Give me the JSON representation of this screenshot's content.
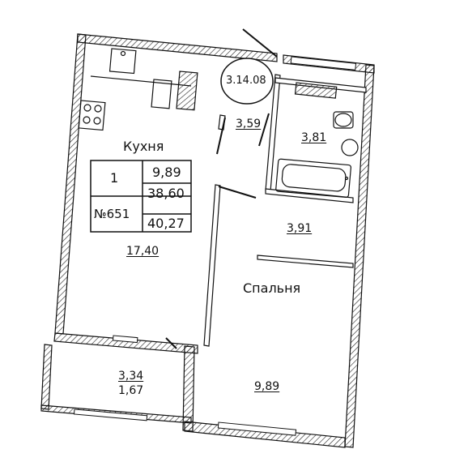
{
  "plan": {
    "code": "3.14.08",
    "rooms": {
      "kitchen": {
        "name": "Кухня",
        "area": "17,40"
      },
      "hall": {
        "area": "3,59"
      },
      "bath": {
        "area": "3,81"
      },
      "corridor": {
        "area": "3,91"
      },
      "bedroom": {
        "name": "Спальня",
        "area": "9,89"
      },
      "balcony": {
        "area_full": "3,34",
        "area_reduced": "1,67"
      }
    },
    "apartment": {
      "rooms_count": "1",
      "number": "№651",
      "living_area": "9,89",
      "total_area": "38,60",
      "total_with_balcony": "40,27"
    }
  }
}
